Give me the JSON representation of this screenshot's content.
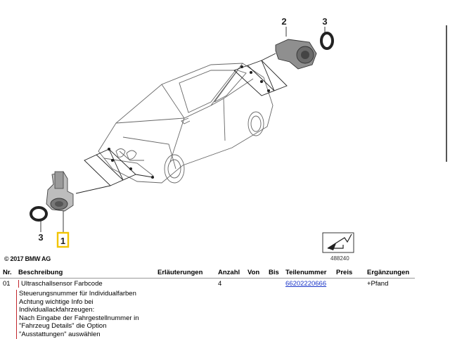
{
  "diagram": {
    "callouts": [
      "1",
      "2",
      "3",
      "3"
    ],
    "highlight_color": "#f2c400",
    "copyright": "© 2017 BMW AG",
    "image_number": "488240"
  },
  "table": {
    "headers": [
      "Nr.",
      "Beschreibung",
      "Erläuterungen",
      "Anzahl",
      "Von",
      "Bis",
      "Teilenummer",
      "Preis",
      "Ergänzungen"
    ],
    "rows": [
      {
        "nr": "01",
        "beschreibung": "Ultraschallsensor Farbcode",
        "erlaeuterungen": "",
        "anzahl": "4",
        "von": "",
        "bis": "",
        "teilenummer": "66202220666",
        "preis": "",
        "ergaenzungen": "+Pfand"
      }
    ],
    "note_lines": [
      "Steuerungsnummer für Individualfarben",
      "Achtung wichtige Info bei",
      "Individuallackfahrzeugen:",
      "Nach Eingabe der Fahrgestellnummer in",
      "\"Fahrzeug Details\" die Option",
      "\"Ausstattungen\" auswählen"
    ]
  }
}
